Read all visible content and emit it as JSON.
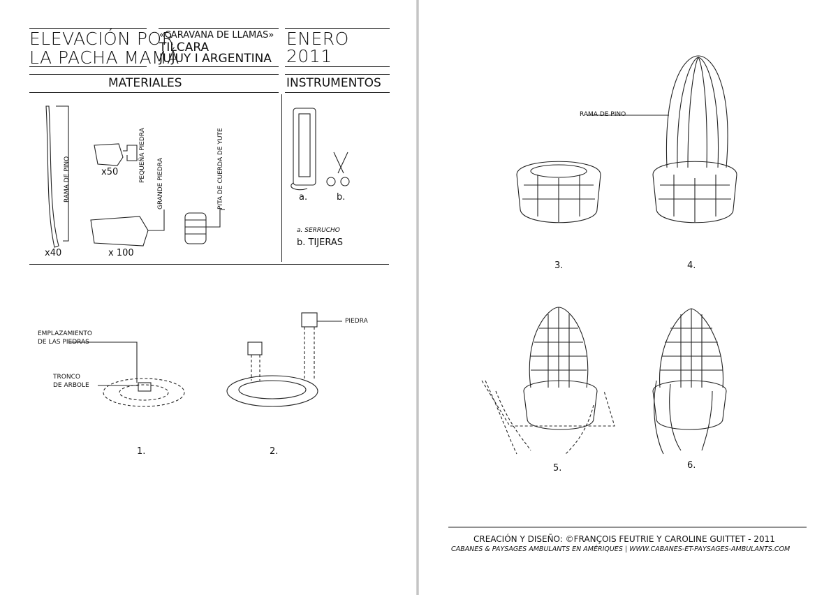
{
  "header": {
    "title_line1": "ELEVACIÓN POR",
    "title_line2": "LA PACHA MAMÁ",
    "project": "«CARAVANA DE LLAMAS»",
    "place1": "TILCARA",
    "place2": "JUJUY I ARGENTINA",
    "month": "ENERO",
    "year": "2011"
  },
  "materiales": {
    "heading": "MATERIALES",
    "rama_label": "RAMA DE PINO",
    "rama_qty": "x40",
    "pequena_label": "PEQUEÑA PIEDRA",
    "pequena_qty": "x50",
    "grande_label": "GRANDE PIEDRA",
    "grande_qty": "x 100",
    "pita_label": "PITA DE CUERDA DE YUTE"
  },
  "instrumentos": {
    "heading": "INSTRUMENTOS",
    "a": "a.",
    "b": "b.",
    "legend_a": "a. SERRUCHO",
    "legend_b": "b. TIJERAS"
  },
  "steps": {
    "s1_label1": "EMPLAZAMIENTO",
    "s1_label2": "DE LAS PIEDRAS",
    "s1_label3": "TRONCO",
    "s1_label4": "DE ARBOLE",
    "s1": "1.",
    "s2_label": "PIEDRA",
    "s2": "2.",
    "s3": "3.",
    "s4_label": "RAMA DE PINO",
    "s4": "4.",
    "s5": "5.",
    "s6": "6."
  },
  "footer": {
    "credits": "CREACIÓN Y DISEÑO: ©FRANÇOIS FEUTRIE Y CAROLINE GUITTET - 2011",
    "site": "CABANES & PAYSAGES AMBULANTS EN AMÉRIQUES | WWW.CABANES-ET-PAYSAGES-AMBULANTS.COM"
  }
}
